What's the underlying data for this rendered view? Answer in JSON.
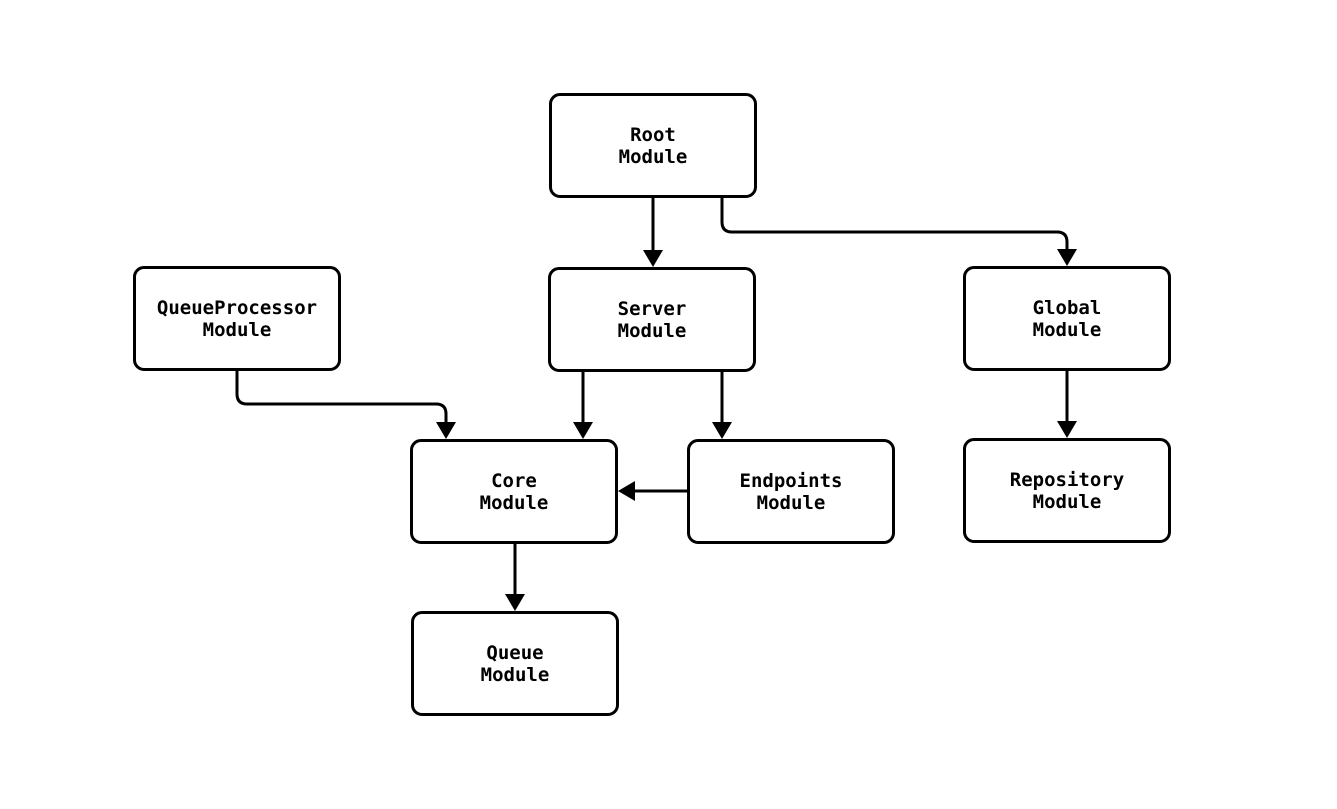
{
  "diagram": {
    "type": "module-dependency-graph",
    "colors": {
      "background": "#ffffff",
      "node_fill": "#ffffff",
      "node_border": "#000000",
      "edge": "#000000",
      "text": "#000000"
    },
    "nodes": [
      {
        "id": "root",
        "line1": "Root",
        "line2": "Module"
      },
      {
        "id": "queueprocessor",
        "line1": "QueueProcessor",
        "line2": "Module"
      },
      {
        "id": "server",
        "line1": "Server",
        "line2": "Module"
      },
      {
        "id": "global",
        "line1": "Global",
        "line2": "Module"
      },
      {
        "id": "core",
        "line1": "Core",
        "line2": "Module"
      },
      {
        "id": "endpoints",
        "line1": "Endpoints",
        "line2": "Module"
      },
      {
        "id": "repository",
        "line1": "Repository",
        "line2": "Module"
      },
      {
        "id": "queue",
        "line1": "Queue",
        "line2": "Module"
      }
    ],
    "edges": [
      {
        "from": "Root Module",
        "to": "Server Module"
      },
      {
        "from": "Root Module",
        "to": "Global Module"
      },
      {
        "from": "QueueProcessor Module",
        "to": "Core Module"
      },
      {
        "from": "Server Module",
        "to": "Core Module"
      },
      {
        "from": "Server Module",
        "to": "Endpoints Module"
      },
      {
        "from": "Endpoints Module",
        "to": "Core Module"
      },
      {
        "from": "Global Module",
        "to": "Repository Module"
      },
      {
        "from": "Core Module",
        "to": "Queue Module"
      }
    ]
  }
}
